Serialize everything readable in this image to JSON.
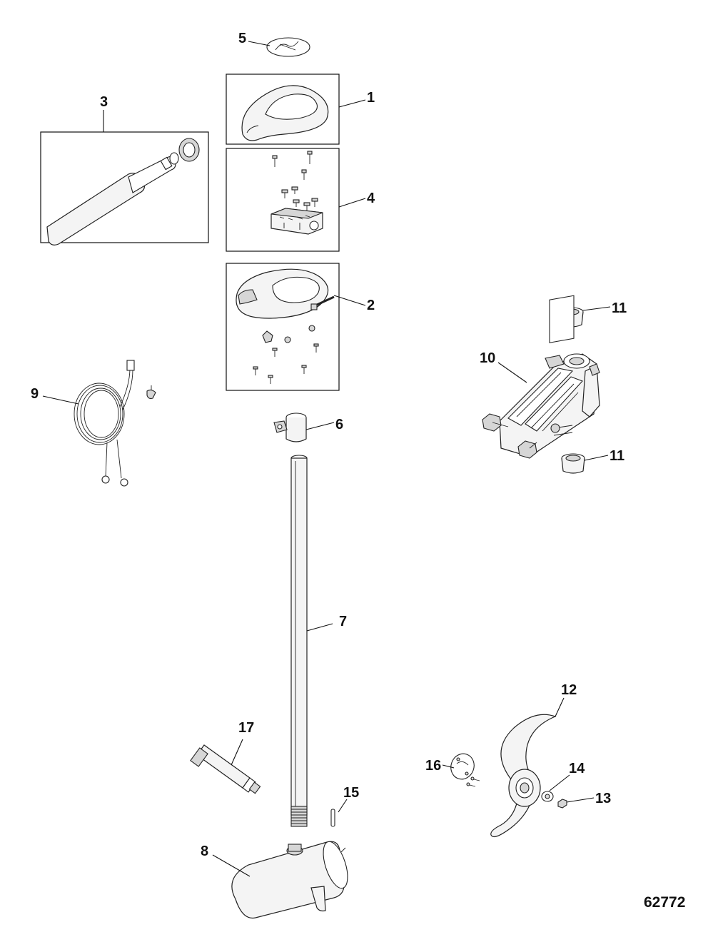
{
  "figure_number": "62772",
  "callouts": {
    "c1": "1",
    "c2": "2",
    "c3": "3",
    "c4": "4",
    "c5": "5",
    "c6": "6",
    "c7": "7",
    "c8": "8",
    "c9": "9",
    "c10": "10",
    "c11a": "11",
    "c11b": "11",
    "c12": "12",
    "c13": "13",
    "c14": "14",
    "c15": "15",
    "c16": "16",
    "c17": "17"
  }
}
